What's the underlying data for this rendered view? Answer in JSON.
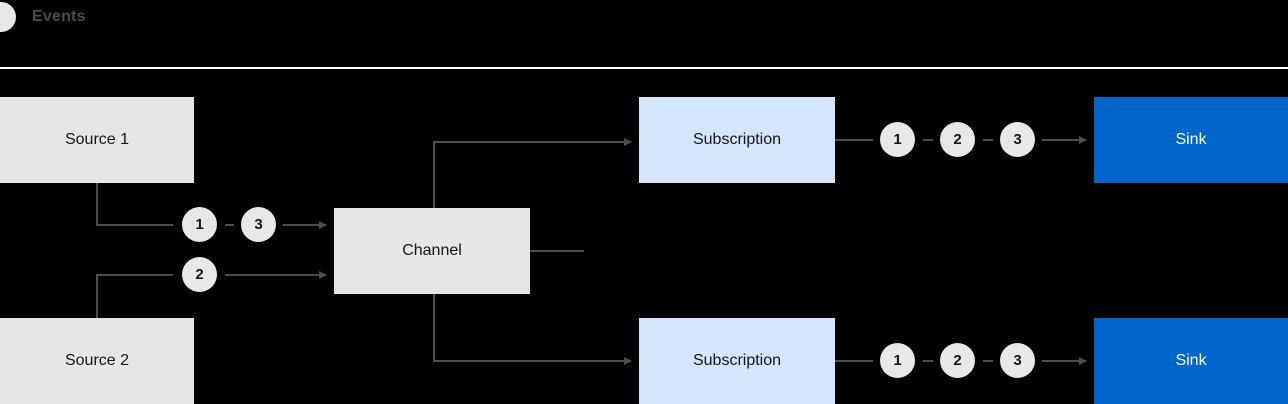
{
  "legend": {
    "icon": "event-dot-icon",
    "label": "Events"
  },
  "nodes": {
    "source1": "Source 1",
    "source2": "Source 2",
    "channel": "Channel",
    "subscription1": "Subscription",
    "subscription2": "Subscription",
    "sink1": "Sink",
    "sink2": "Sink"
  },
  "tokens": {
    "source1_out": [
      "1",
      "3"
    ],
    "source2_out": [
      "2"
    ],
    "sub1_out": [
      "1",
      "2",
      "3"
    ],
    "sub2_out": [
      "1",
      "2",
      "3"
    ]
  },
  "colors": {
    "background": "#000000",
    "divider": "#ffffff",
    "box_grey": "#e6e6e6",
    "box_light_blue": "#d6e6fa",
    "box_blue": "#0066cc",
    "token": "#e8e8e8",
    "wire": "#4d4d4d",
    "text_dark": "#151515",
    "text_light": "#ffffff",
    "legend_text": "#4d4d4d"
  }
}
